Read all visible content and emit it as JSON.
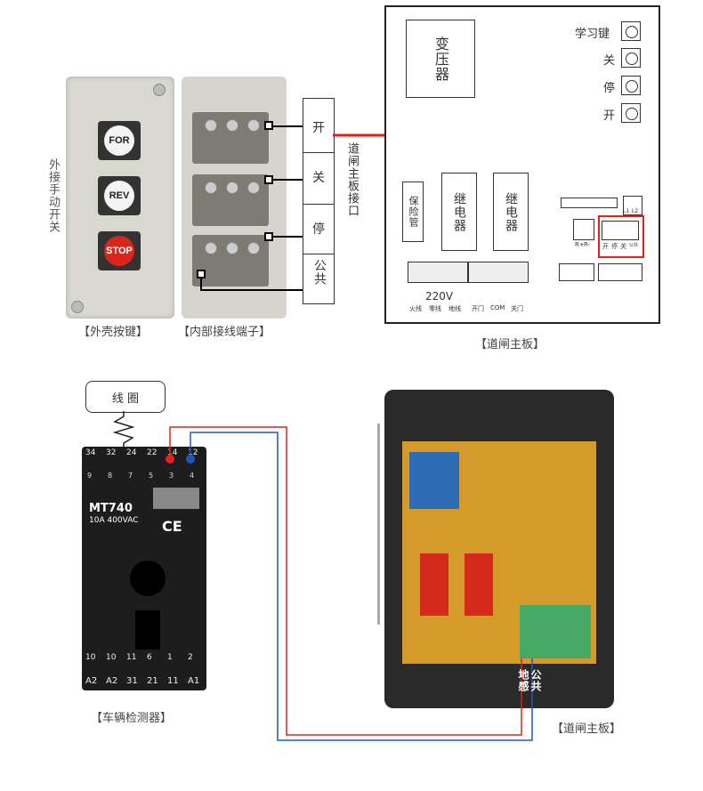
{
  "manual_switch": {
    "side_label": "外接手动开关",
    "buttons": [
      "FOR",
      "REV",
      "STOP"
    ],
    "shell_caption": "【外壳按键】",
    "terminal_caption": "【内部接线端子】",
    "terminal_labels": [
      "开",
      "关",
      "停",
      "公共"
    ]
  },
  "board_link_label": "道闸主板接口",
  "board_top": {
    "transformer": "变压器",
    "keys": [
      "学习键",
      "关",
      "停",
      "开"
    ],
    "fuse": "保险管",
    "relay": "继电器",
    "voltage": "220V",
    "power_labels": [
      "火线",
      "零线",
      "地线"
    ],
    "relay_labels": [
      "开门",
      "COM",
      "关门"
    ],
    "mini_labels": [
      "L1",
      "L2"
    ],
    "pm_labels": [
      "R+",
      "R-"
    ],
    "key_terminal_labels": [
      "开",
      "停",
      "关",
      "公共"
    ],
    "caption": "【道闸主板】"
  },
  "detector": {
    "coil_label": "线 圈",
    "top_numbers": [
      "34",
      "32",
      "24",
      "22",
      "14",
      "12"
    ],
    "top_pins": [
      "9",
      "8",
      "7",
      "5",
      "3",
      "4"
    ],
    "model": "MT740",
    "rating": "10A 400VAC",
    "mark": "CE",
    "bottom_numbers": [
      "10",
      "10",
      "11",
      "6",
      "1",
      "2"
    ],
    "bottom_labels": [
      "A2",
      "A2",
      "31",
      "21",
      "11",
      "A1"
    ],
    "caption": "【车辆检测器】"
  },
  "board_photo": {
    "inductor_label": "地感",
    "common_label": "公共",
    "caption": "【道闸主板】"
  },
  "colors": {
    "red_wire": "#e32119",
    "blue_wire": "#2456b8"
  }
}
